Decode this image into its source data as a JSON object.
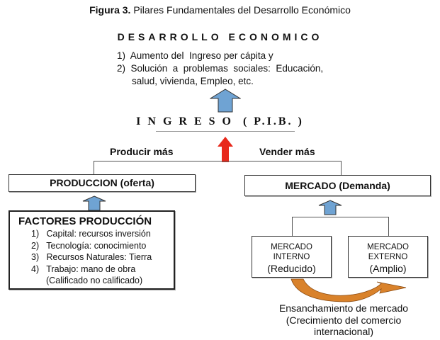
{
  "figure": {
    "label": "Figura 3.",
    "title": "Pilares Fundamentales del Desarrollo Económico"
  },
  "desarrollo": {
    "title": "DESARROLLO ECONOMICO",
    "items": [
      "1)  Aumento del  Ingreso per cápita y",
      "2)  Solución  a  problemas  sociales:  Educación,",
      "salud, vivienda, Empleo, etc."
    ]
  },
  "ingreso": {
    "title": "I N G R E S O  ( P.I.B. )"
  },
  "branches": {
    "left": "Producir más",
    "right": "Vender más"
  },
  "produccion": {
    "title": "PRODUCCION (oferta)"
  },
  "mercado": {
    "title": "MERCADO (Demanda)"
  },
  "factores": {
    "title": "FACTORES  PRODUCCIÓN",
    "items": [
      "1)   Capital: recursos inversión",
      "2)   Tecnología: conocimiento",
      "3)   Recursos Naturales: Tierra",
      "4)   Trabajo: mano de obra",
      "(Calificado no calificado)"
    ]
  },
  "interno": {
    "l1": "MERCADO",
    "l2": "INTERNO",
    "l3": "(Reducido)"
  },
  "externo": {
    "l1": "MERCADO",
    "l2": "EXTERNO",
    "l3": "(Amplio)"
  },
  "ensanchamiento": {
    "l1": "Ensanchamiento de mercado",
    "l2": "(Crecimiento del comercio",
    "l3": "internacional)"
  },
  "colors": {
    "blue_arrow": "#6fa3d3",
    "red_arrow": "#e8281b",
    "orange_arrow": "#d9822b"
  }
}
